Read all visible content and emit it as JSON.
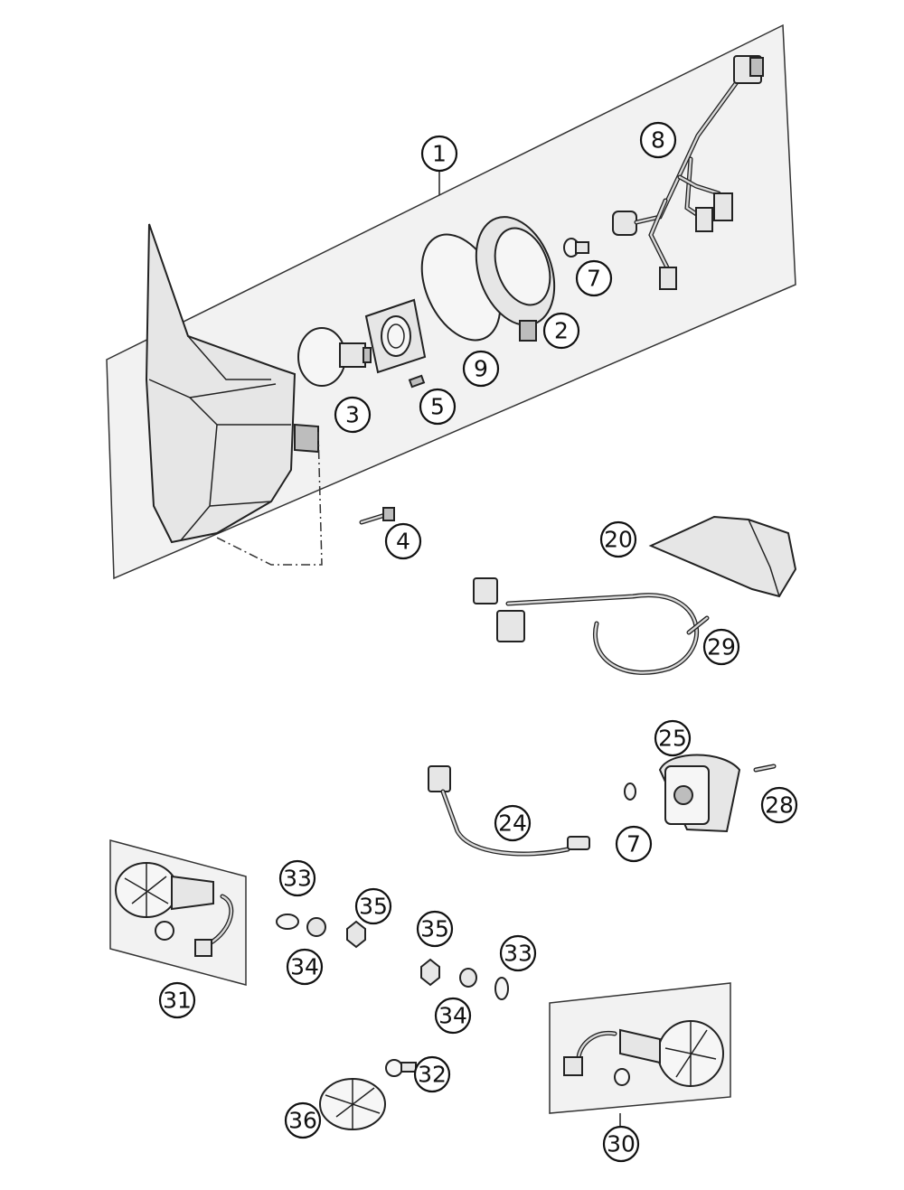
{
  "callouts": [
    {
      "id": "c1",
      "label": "1"
    },
    {
      "id": "c2",
      "label": "2"
    },
    {
      "id": "c3",
      "label": "3"
    },
    {
      "id": "c4",
      "label": "4"
    },
    {
      "id": "c5",
      "label": "5"
    },
    {
      "id": "c7a",
      "label": "7"
    },
    {
      "id": "c8",
      "label": "8"
    },
    {
      "id": "c9",
      "label": "9"
    },
    {
      "id": "c20",
      "label": "20"
    },
    {
      "id": "c29",
      "label": "29"
    },
    {
      "id": "c25",
      "label": "25"
    },
    {
      "id": "c28",
      "label": "28"
    },
    {
      "id": "c24",
      "label": "24"
    },
    {
      "id": "c7b",
      "label": "7"
    },
    {
      "id": "c33a",
      "label": "33"
    },
    {
      "id": "c35a",
      "label": "35"
    },
    {
      "id": "c34a",
      "label": "34"
    },
    {
      "id": "c31",
      "label": "31"
    },
    {
      "id": "c35b",
      "label": "35"
    },
    {
      "id": "c33b",
      "label": "33"
    },
    {
      "id": "c34b",
      "label": "34"
    },
    {
      "id": "c32",
      "label": "32"
    },
    {
      "id": "c36",
      "label": "36"
    },
    {
      "id": "c30",
      "label": "30"
    }
  ]
}
